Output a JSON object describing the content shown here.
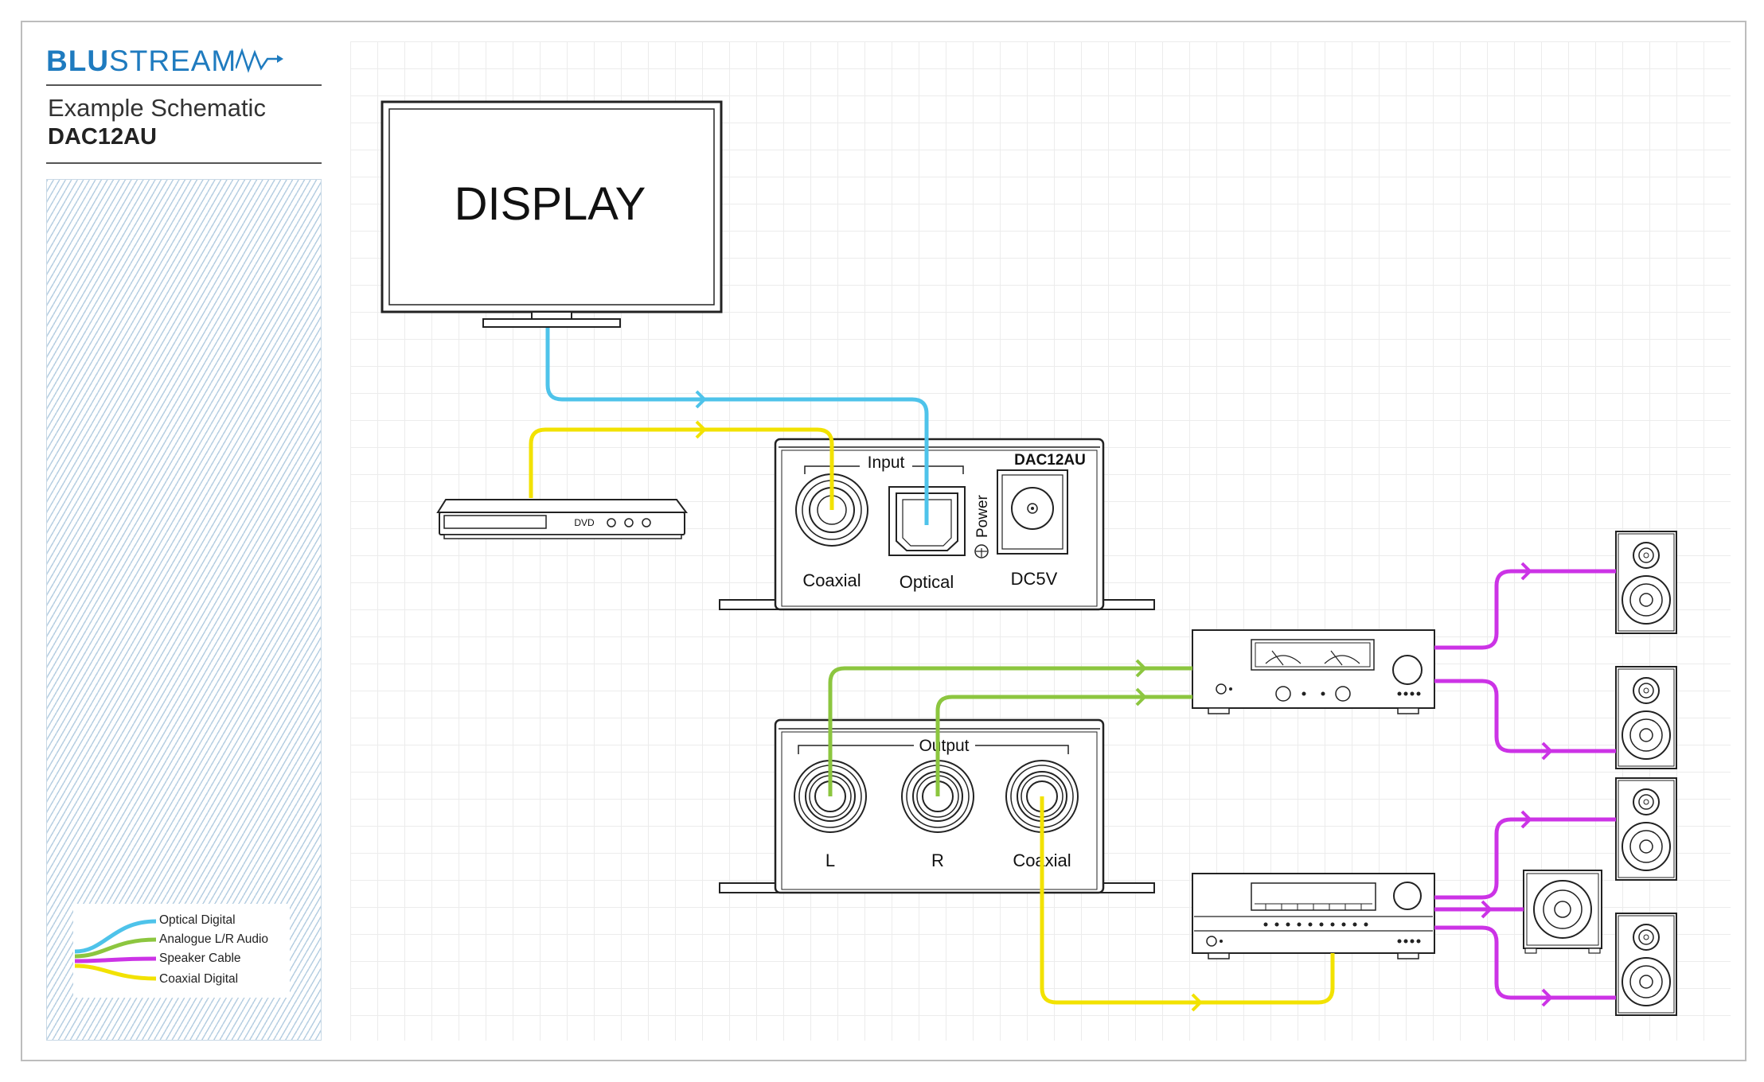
{
  "brand": {
    "logo_bold": "BLU",
    "logo_rest": "STREAM"
  },
  "schematic": {
    "title": "Example Schematic",
    "model": "DAC12AU"
  },
  "legend": [
    {
      "label": "Optical Digital",
      "color": "#4ec3ea"
    },
    {
      "label": "Analogue L/R Audio",
      "color": "#8cc63f"
    },
    {
      "label": "Speaker Cable",
      "color": "#cc33e6"
    },
    {
      "label": "Coaxial Digital",
      "color": "#f2e200"
    }
  ],
  "devices": {
    "display": {
      "label": "DISPLAY"
    },
    "dvd": {
      "label": "DVD"
    },
    "dac_front": {
      "model": "DAC12AU",
      "input_label": "Input",
      "coaxial_label": "Coaxial",
      "optical_label": "Optical",
      "power_label": "Power",
      "dc_label": "DC5V"
    },
    "dac_back": {
      "output_label": "Output",
      "l_label": "L",
      "r_label": "R",
      "coaxial_label": "Coaxial"
    },
    "stereo_amp": {
      "icon": "stereo-amplifier-icon"
    },
    "av_receiver": {
      "icon": "av-receiver-icon"
    },
    "speakers": {
      "icon": "speaker-icon",
      "count": 5
    }
  }
}
